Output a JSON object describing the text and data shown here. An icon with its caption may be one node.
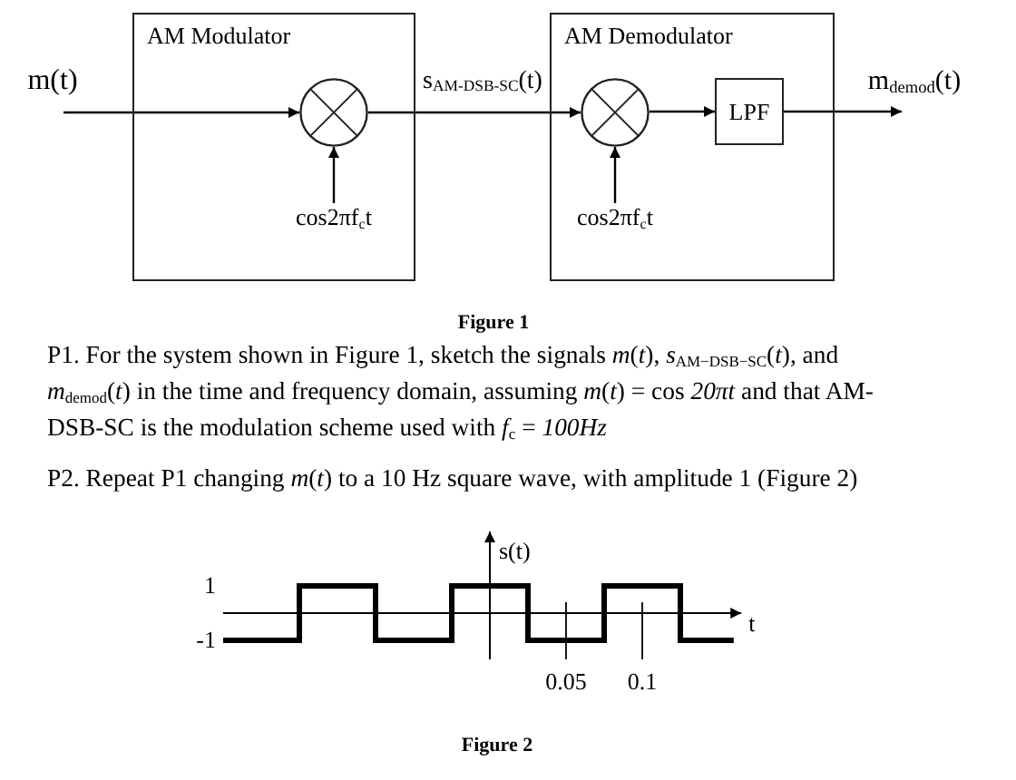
{
  "diagram": {
    "nodes": [
      {
        "text": [
          "AM Modulator"
        ]
      },
      {
        "text": [],
        "shape": "circle",
        "in": 0
      },
      {
        "text": [
          "cos2πf$_{c}$t"
        ],
        "in": 0
      },
      {
        "text": [
          "AM Demodulator"
        ]
      },
      {
        "text": [],
        "shape": "circle",
        "in": 3
      },
      {
        "text": [
          "LPF"
        ],
        "in": 3
      },
      {
        "text": [
          "cos2πf$_{c}$t"
        ],
        "in": 3
      }
    ],
    "edges": [
      {
        "from": null,
        "to": 1,
        "arrow": "to",
        "label": "m(t)"
      },
      {
        "from": 2,
        "to": 1,
        "arrow": "to"
      },
      {
        "from": 1,
        "to": 4,
        "arrow": "to",
        "label": "s$_{AM-DSB-SC}$(t)"
      },
      {
        "from": 6,
        "to": 4,
        "arrow": "to"
      },
      {
        "from": 4,
        "to": 5,
        "arrow": "to"
      },
      {
        "from": 5,
        "to": null,
        "arrow": "to",
        "label": "m$_{demod}$(t)"
      }
    ],
    "labels": [
      "Figure 1",
      "P1. For the system shown in Figure 1, sketch the signals *m*(*t*), *s*$_{AM−DSB−SC}$(*t*), and *m*$_{demod}$(*t*) in the time and frequency domain, assuming *m*(*t*) = cos *20πt* and that AM-DSB-SC is the modulation scheme used with *f*$_{c}$ = *100Hz*",
      "P2. Repeat P1 changing *m*(*t*) to a 10 Hz square wave, with amplitude 1 (Figure 2)",
      "Figure 2"
    ],
    "chart_data": {
      "type": "line",
      "xlabel": "t",
      "ylabel": "s(t)",
      "x": [
        -0.175,
        -0.125,
        -0.125,
        -0.075,
        -0.075,
        -0.025,
        -0.025,
        0.025,
        0.025,
        0.075,
        0.075,
        0.125,
        0.125,
        0.16
      ],
      "series": [
        {
          "color": "#000000",
          "values": [
            -1,
            -1,
            1,
            1,
            -1,
            -1,
            1,
            1,
            -1,
            -1,
            1,
            1,
            -1,
            -1
          ]
        }
      ],
      "xlim": [
        -0.175,
        0.165
      ],
      "ylim": [
        -1.7,
        3
      ],
      "xticks": [
        0.05,
        0.1
      ],
      "yticks": [
        1,
        -1
      ]
    }
  }
}
